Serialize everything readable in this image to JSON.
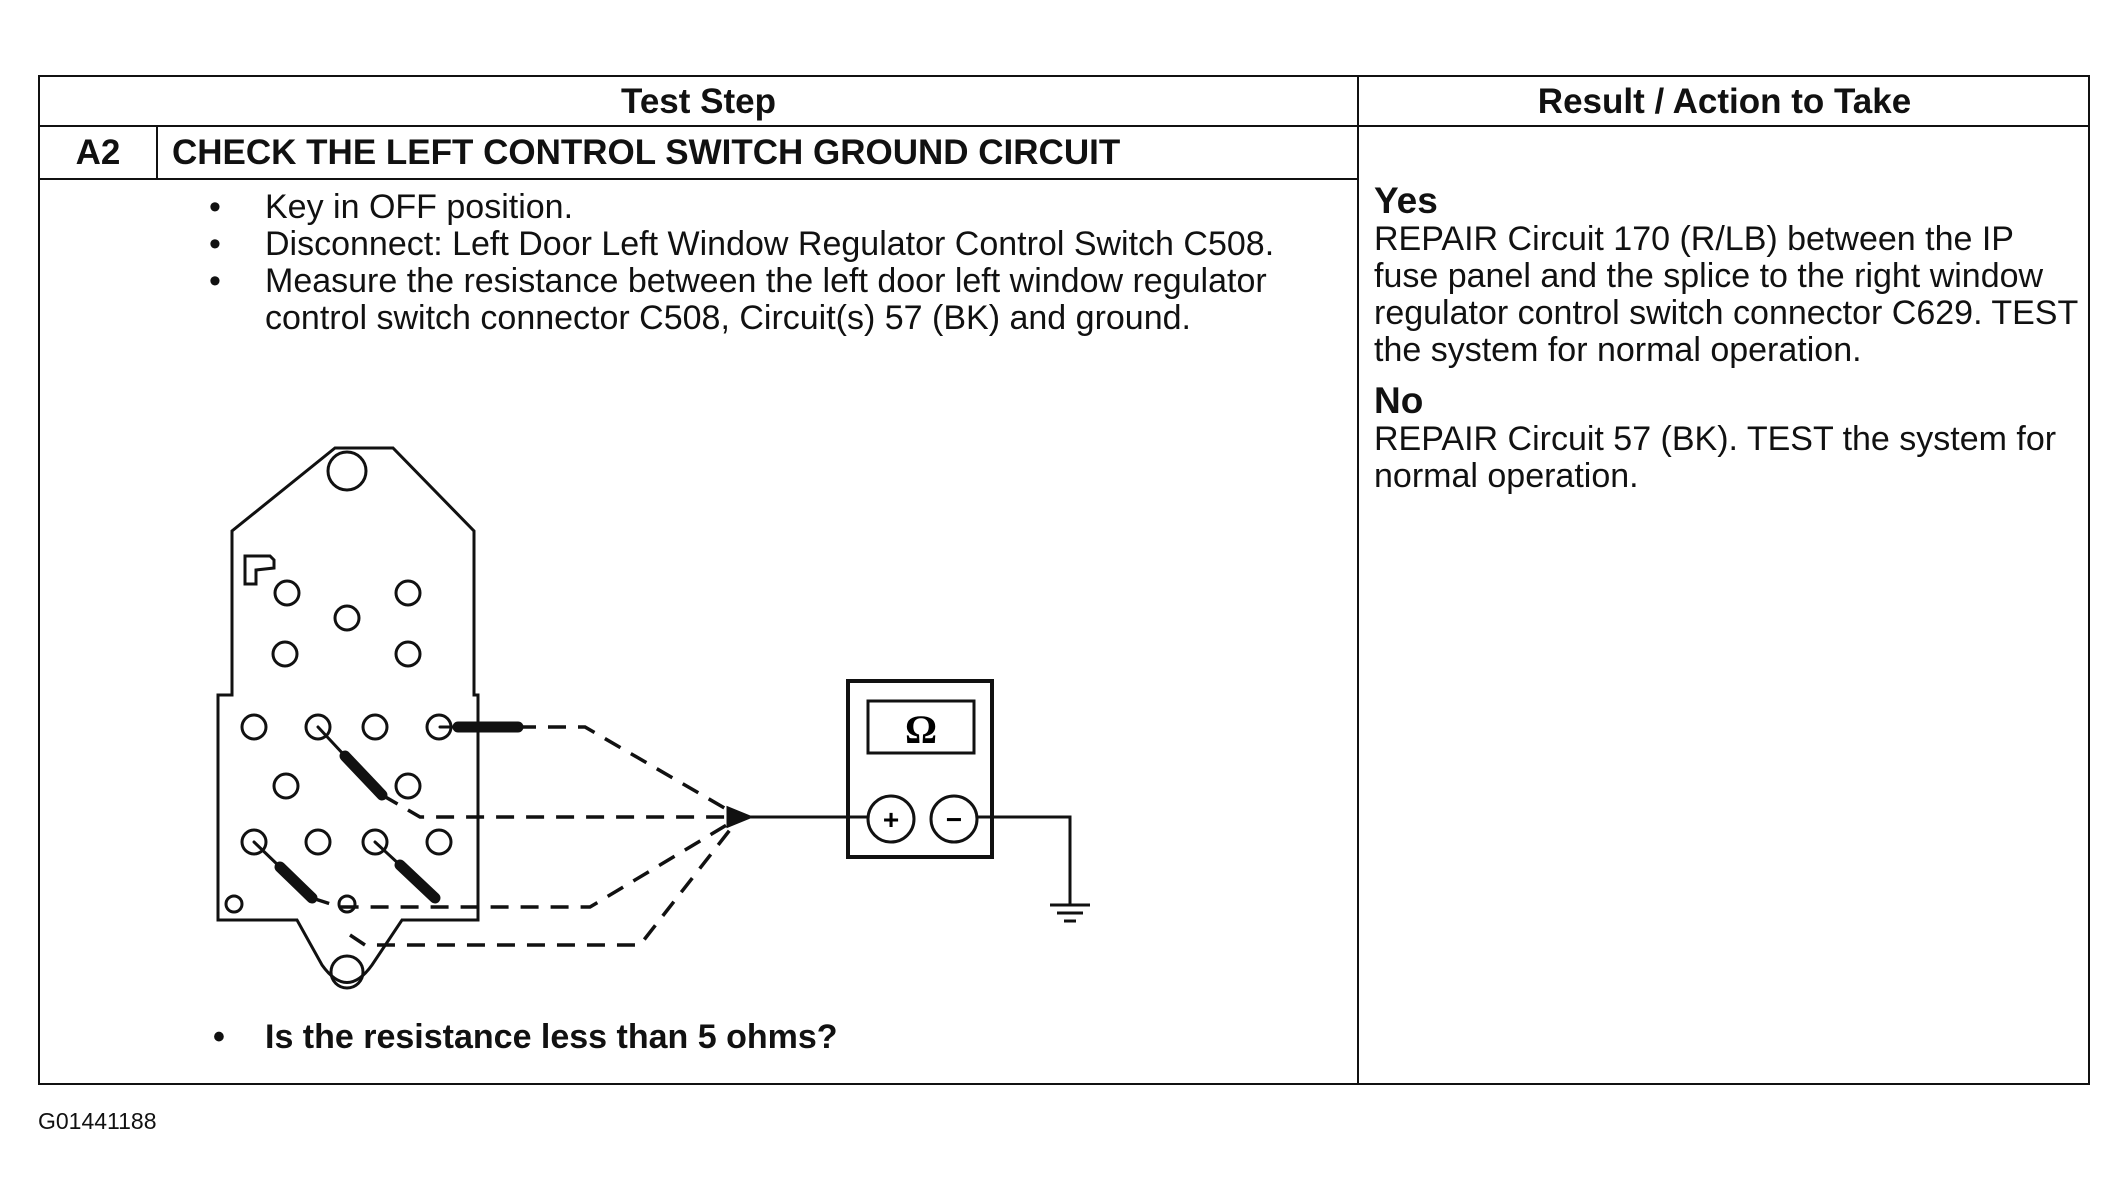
{
  "table": {
    "header_left": "Test Step",
    "header_right": "Result / Action to Take",
    "step_id": "A2",
    "step_title": "CHECK THE LEFT CONTROL SWITCH GROUND CIRCUIT",
    "steps": [
      "Key in OFF position.",
      "Disconnect: Left Door Left Window Regulator Control Switch C508.",
      "Measure the resistance between the left door left window regulator control switch connector C508, Circuit(s) 57 (BK) and ground."
    ],
    "question": "Is the resistance less than 5 ohms?",
    "yes_label": "Yes",
    "yes_text": "REPAIR Circuit 170 (R/LB) between the IP fuse panel and the splice to the right window regulator control switch connector C629. TEST the system for normal operation.",
    "no_label": "No",
    "no_text": "REPAIR Circuit 57 (BK). TEST the system for normal operation."
  },
  "diagram": {
    "meter_symbol": "Ω",
    "plus_symbol": "+",
    "minus_symbol": "−"
  },
  "figure_id": "G01441188"
}
